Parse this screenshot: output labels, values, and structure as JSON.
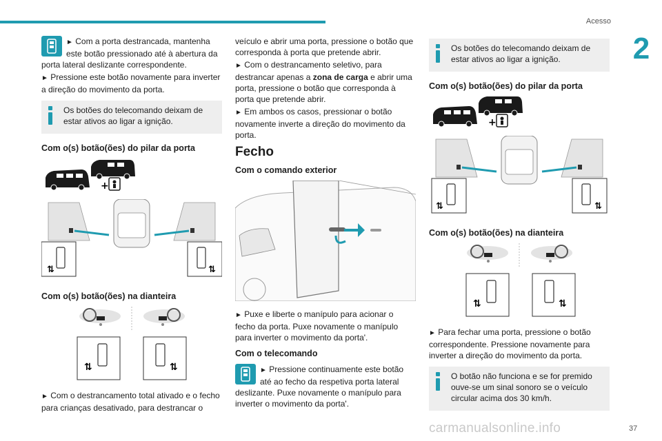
{
  "header": {
    "section": "Acesso",
    "chapter": "2",
    "page": "37"
  },
  "watermark": "carmanualsonline.info",
  "col1": {
    "p1": "Com a porta destrancada, mantenha este botão pressionado até à abertura da porta lateral deslizante correspondente.",
    "p2": "Pressione este botão novamente para inverter a direção do movimento da porta.",
    "info": "Os botões do telecomando deixam de estar ativos ao ligar a ignição.",
    "h_pillar": "Com o(s) botão(ões) do pilar da porta",
    "h_front": "Com o(s) botão(ões) na dianteira",
    "p3": "Com o destrancamento total ativado e o fecho para crianças desativado, para destrancar o"
  },
  "col2": {
    "p1": "veículo e abrir uma porta, pressione o botão que corresponda à porta que pretende abrir.",
    "p2a": "Com o destrancamento seletivo, para destrancar apenas a ",
    "p2b": "zona de carga",
    "p2c": " e abrir uma porta, pressione o botão que corresponda à porta que pretende abrir.",
    "p3": "Em ambos os casos, pressionar o botão novamente inverte a direção do movimento da porta.",
    "h_fecho": "Fecho",
    "h_ext": "Com o comando exterior",
    "p4": "Puxe e liberte o manípulo para acionar o fecho da porta. Puxe novamente o manípulo para inverter o movimento da porta'.",
    "h_tele": "Com o telecomando",
    "p5": "Pressione continuamente este botão até ao fecho da respetiva porta lateral deslizante. Puxe novamente o manípulo para inverter o movimento da porta'."
  },
  "col3": {
    "info1": "Os botões do telecomando deixam de estar ativos ao ligar a ignição.",
    "h_pillar": "Com o(s) botão(ões) do pilar da porta",
    "h_front": "Com o(s) botão(ões) na dianteira",
    "p1": "Para fechar uma porta, pressione o botão correspondente. Pressione novamente para inverter a direção do movimento da porta.",
    "info2": "O botão não funciona e se for premido ouve-se um sinal sonoro se o veículo circular acima dos 30 km/h."
  },
  "arrow_glyph": "►",
  "colors": {
    "accent": "#1f9bb0",
    "info_bg": "#eeeeee"
  }
}
